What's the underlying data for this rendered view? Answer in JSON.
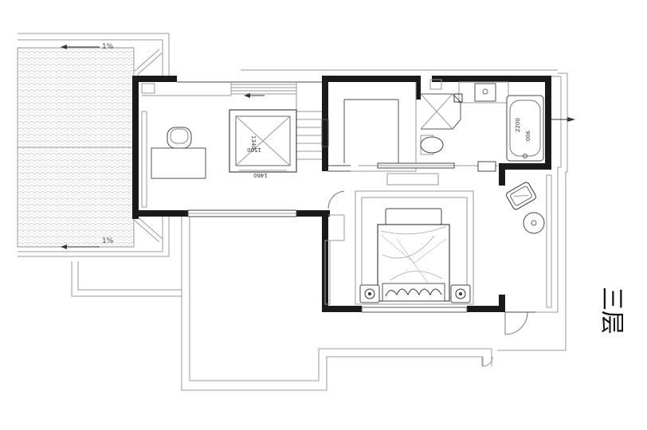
{
  "floor_label": "三层",
  "roof": {
    "slope_top": "1%",
    "slope_bottom": "1%"
  },
  "stair": {
    "width_dim": "1340",
    "length_dim": "1500",
    "bottom_dim": "1460"
  },
  "bath": {
    "tub_length_dim": "2200",
    "tub_width_dim": "900"
  }
}
